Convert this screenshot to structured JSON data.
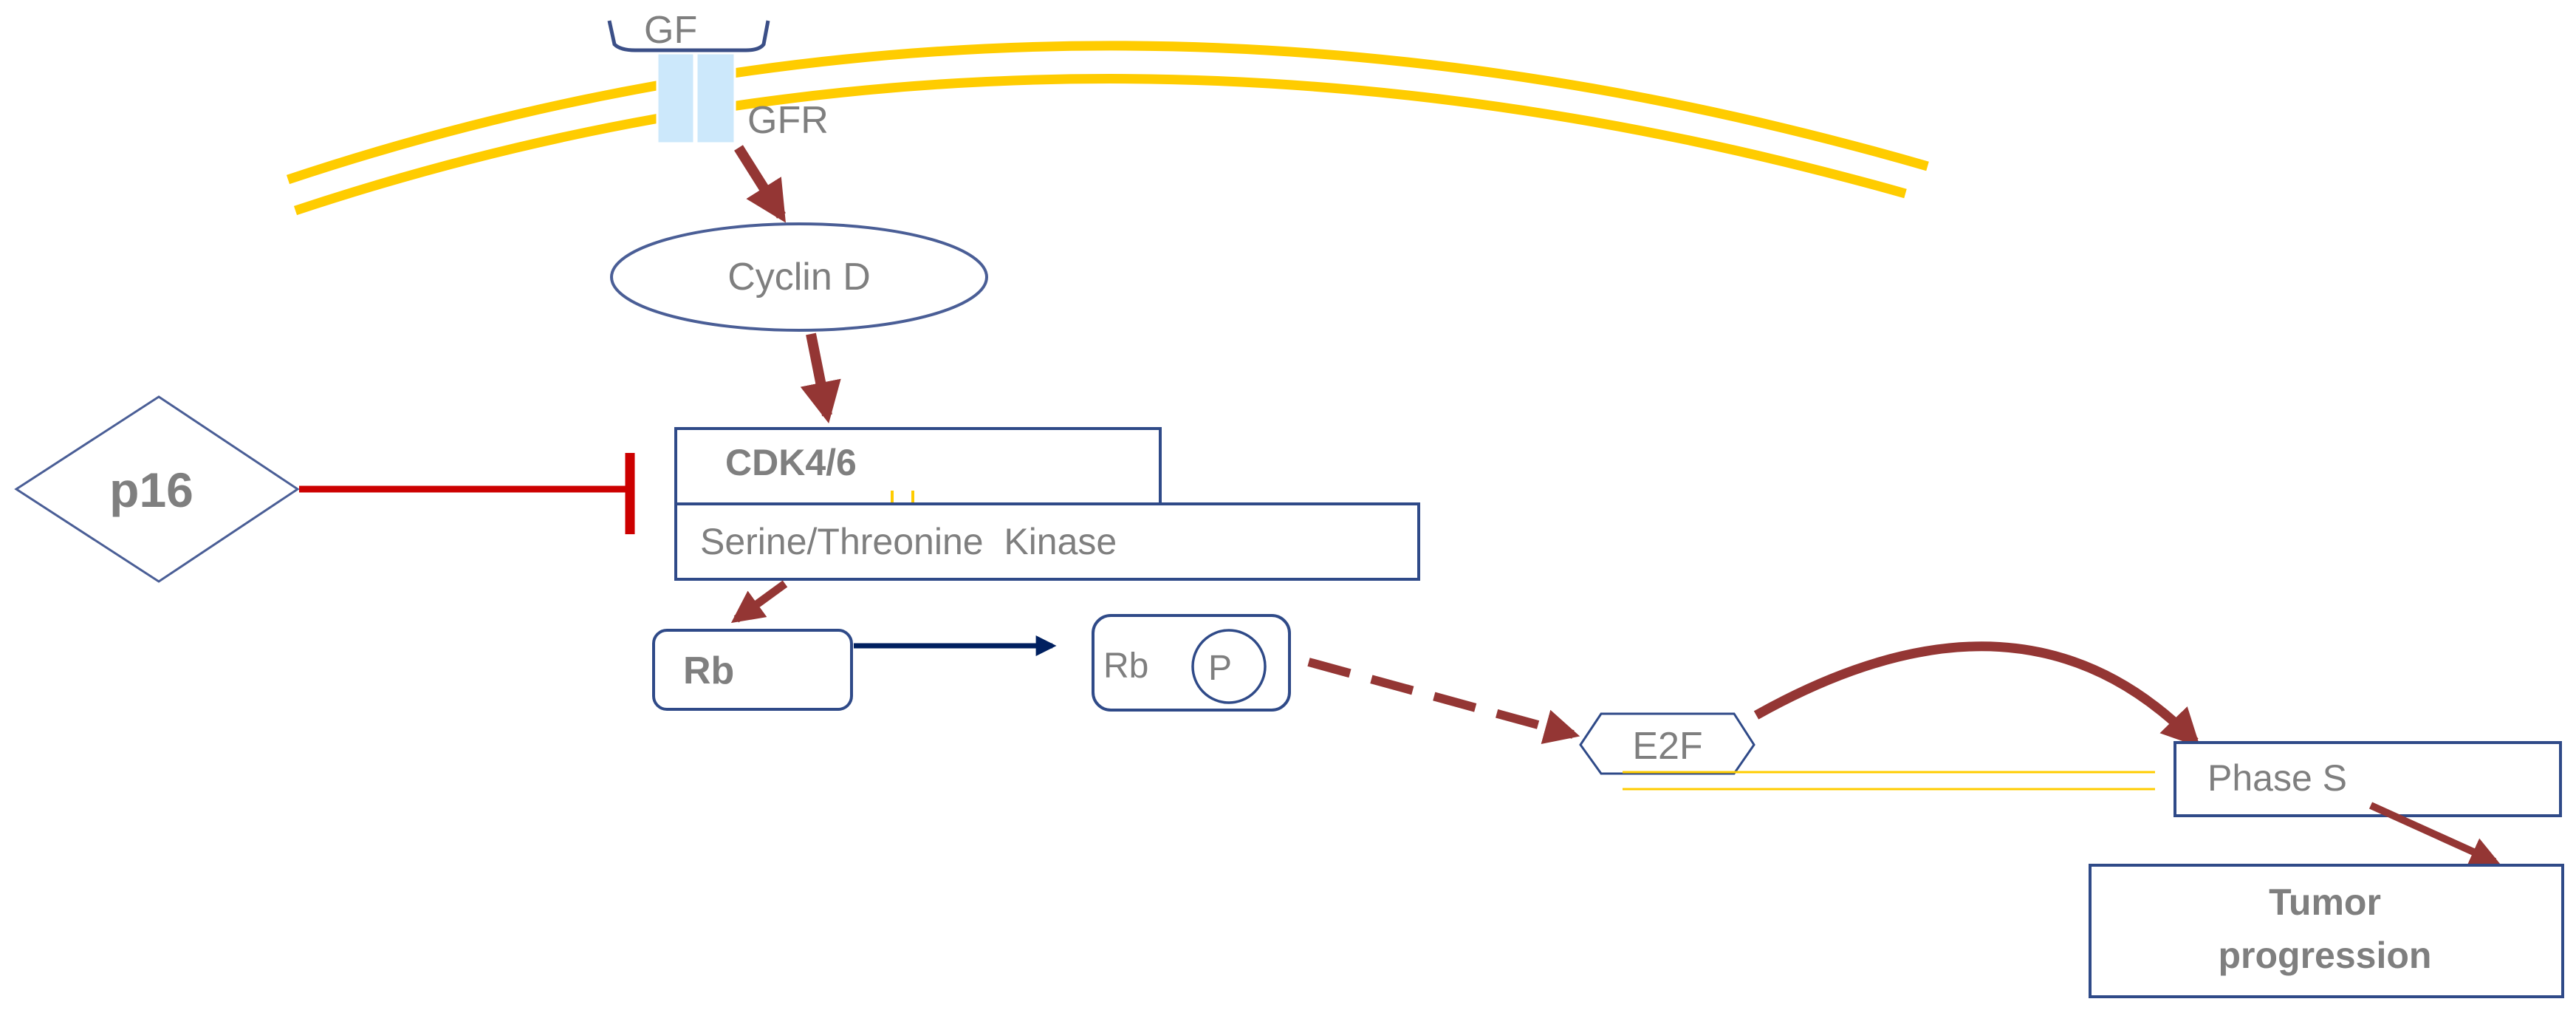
{
  "nodes": {
    "gf": "GF",
    "gfr": "GFR",
    "cyclin_d": "Cyclin D",
    "cdk": "CDK4/6",
    "kinase": "Serine/Threonine  Kinase",
    "p16": "p16",
    "rb": "Rb",
    "rb_p": "Rb",
    "p": "P",
    "e2f": "E2F",
    "phase_s": "Phase S",
    "tumor_line1": "Tumor",
    "tumor_line2": "progression"
  },
  "colors": {
    "membrane": "#ffcc00",
    "receptor": "#cce8fb",
    "activation_arrow": "#943634",
    "inhibition": "#cc0000",
    "transition_arrow": "#002060",
    "outline": "#4a5e96",
    "label": "#7f7f7f"
  }
}
